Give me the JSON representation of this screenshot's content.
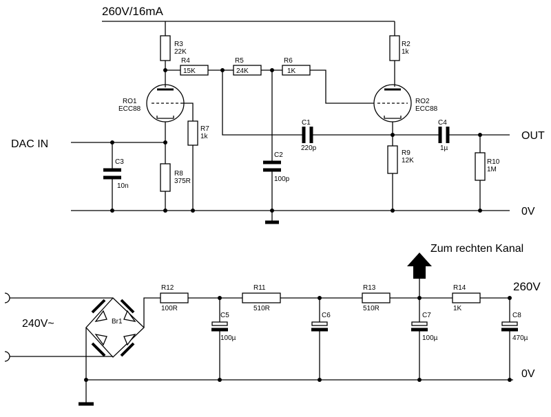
{
  "power": {
    "top_rail": "260V/16mA",
    "zero_top": "0V",
    "zero_bottom": "0V",
    "out_260": "260V",
    "ac_in": "240V~",
    "to_right": "Zum rechten Kanal"
  },
  "io": {
    "dac_in": "DAC  IN",
    "out": "OUT"
  },
  "tubes": [
    {
      "ref": "RO1",
      "type": "ECC88"
    },
    {
      "ref": "RO2",
      "type": "ECC88"
    }
  ],
  "resistors": {
    "R3": {
      "ref": "R3",
      "value": "22K"
    },
    "R4": {
      "ref": "R4",
      "value": "15K"
    },
    "R5": {
      "ref": "R5",
      "value": "24K"
    },
    "R6": {
      "ref": "R6",
      "value": "1K"
    },
    "R2": {
      "ref": "R2",
      "value": "1k"
    },
    "R7": {
      "ref": "R7",
      "value": "1k"
    },
    "R8": {
      "ref": "R8",
      "value": "375R"
    },
    "R9": {
      "ref": "R9",
      "value": "12K"
    },
    "R10": {
      "ref": "R10",
      "value": "1M"
    },
    "R12": {
      "ref": "R12",
      "value": "100R"
    },
    "R11": {
      "ref": "R11",
      "value": "510R"
    },
    "R13": {
      "ref": "R13",
      "value": "510R"
    },
    "R14": {
      "ref": "R14",
      "value": "1K"
    }
  },
  "capacitors": {
    "C1": {
      "ref": "C1",
      "value": "220p"
    },
    "C2": {
      "ref": "C2",
      "value": "100p"
    },
    "C3": {
      "ref": "C3",
      "value": "10n"
    },
    "C4": {
      "ref": "C4",
      "value": "1µ"
    },
    "C5": {
      "ref": "C5",
      "value": "100µ"
    },
    "C6": {
      "ref": "C6",
      "value": ""
    },
    "C7": {
      "ref": "C7",
      "value": "100µ"
    },
    "C8": {
      "ref": "C8",
      "value": "470µ"
    }
  },
  "bridge": {
    "ref": "Br1"
  }
}
